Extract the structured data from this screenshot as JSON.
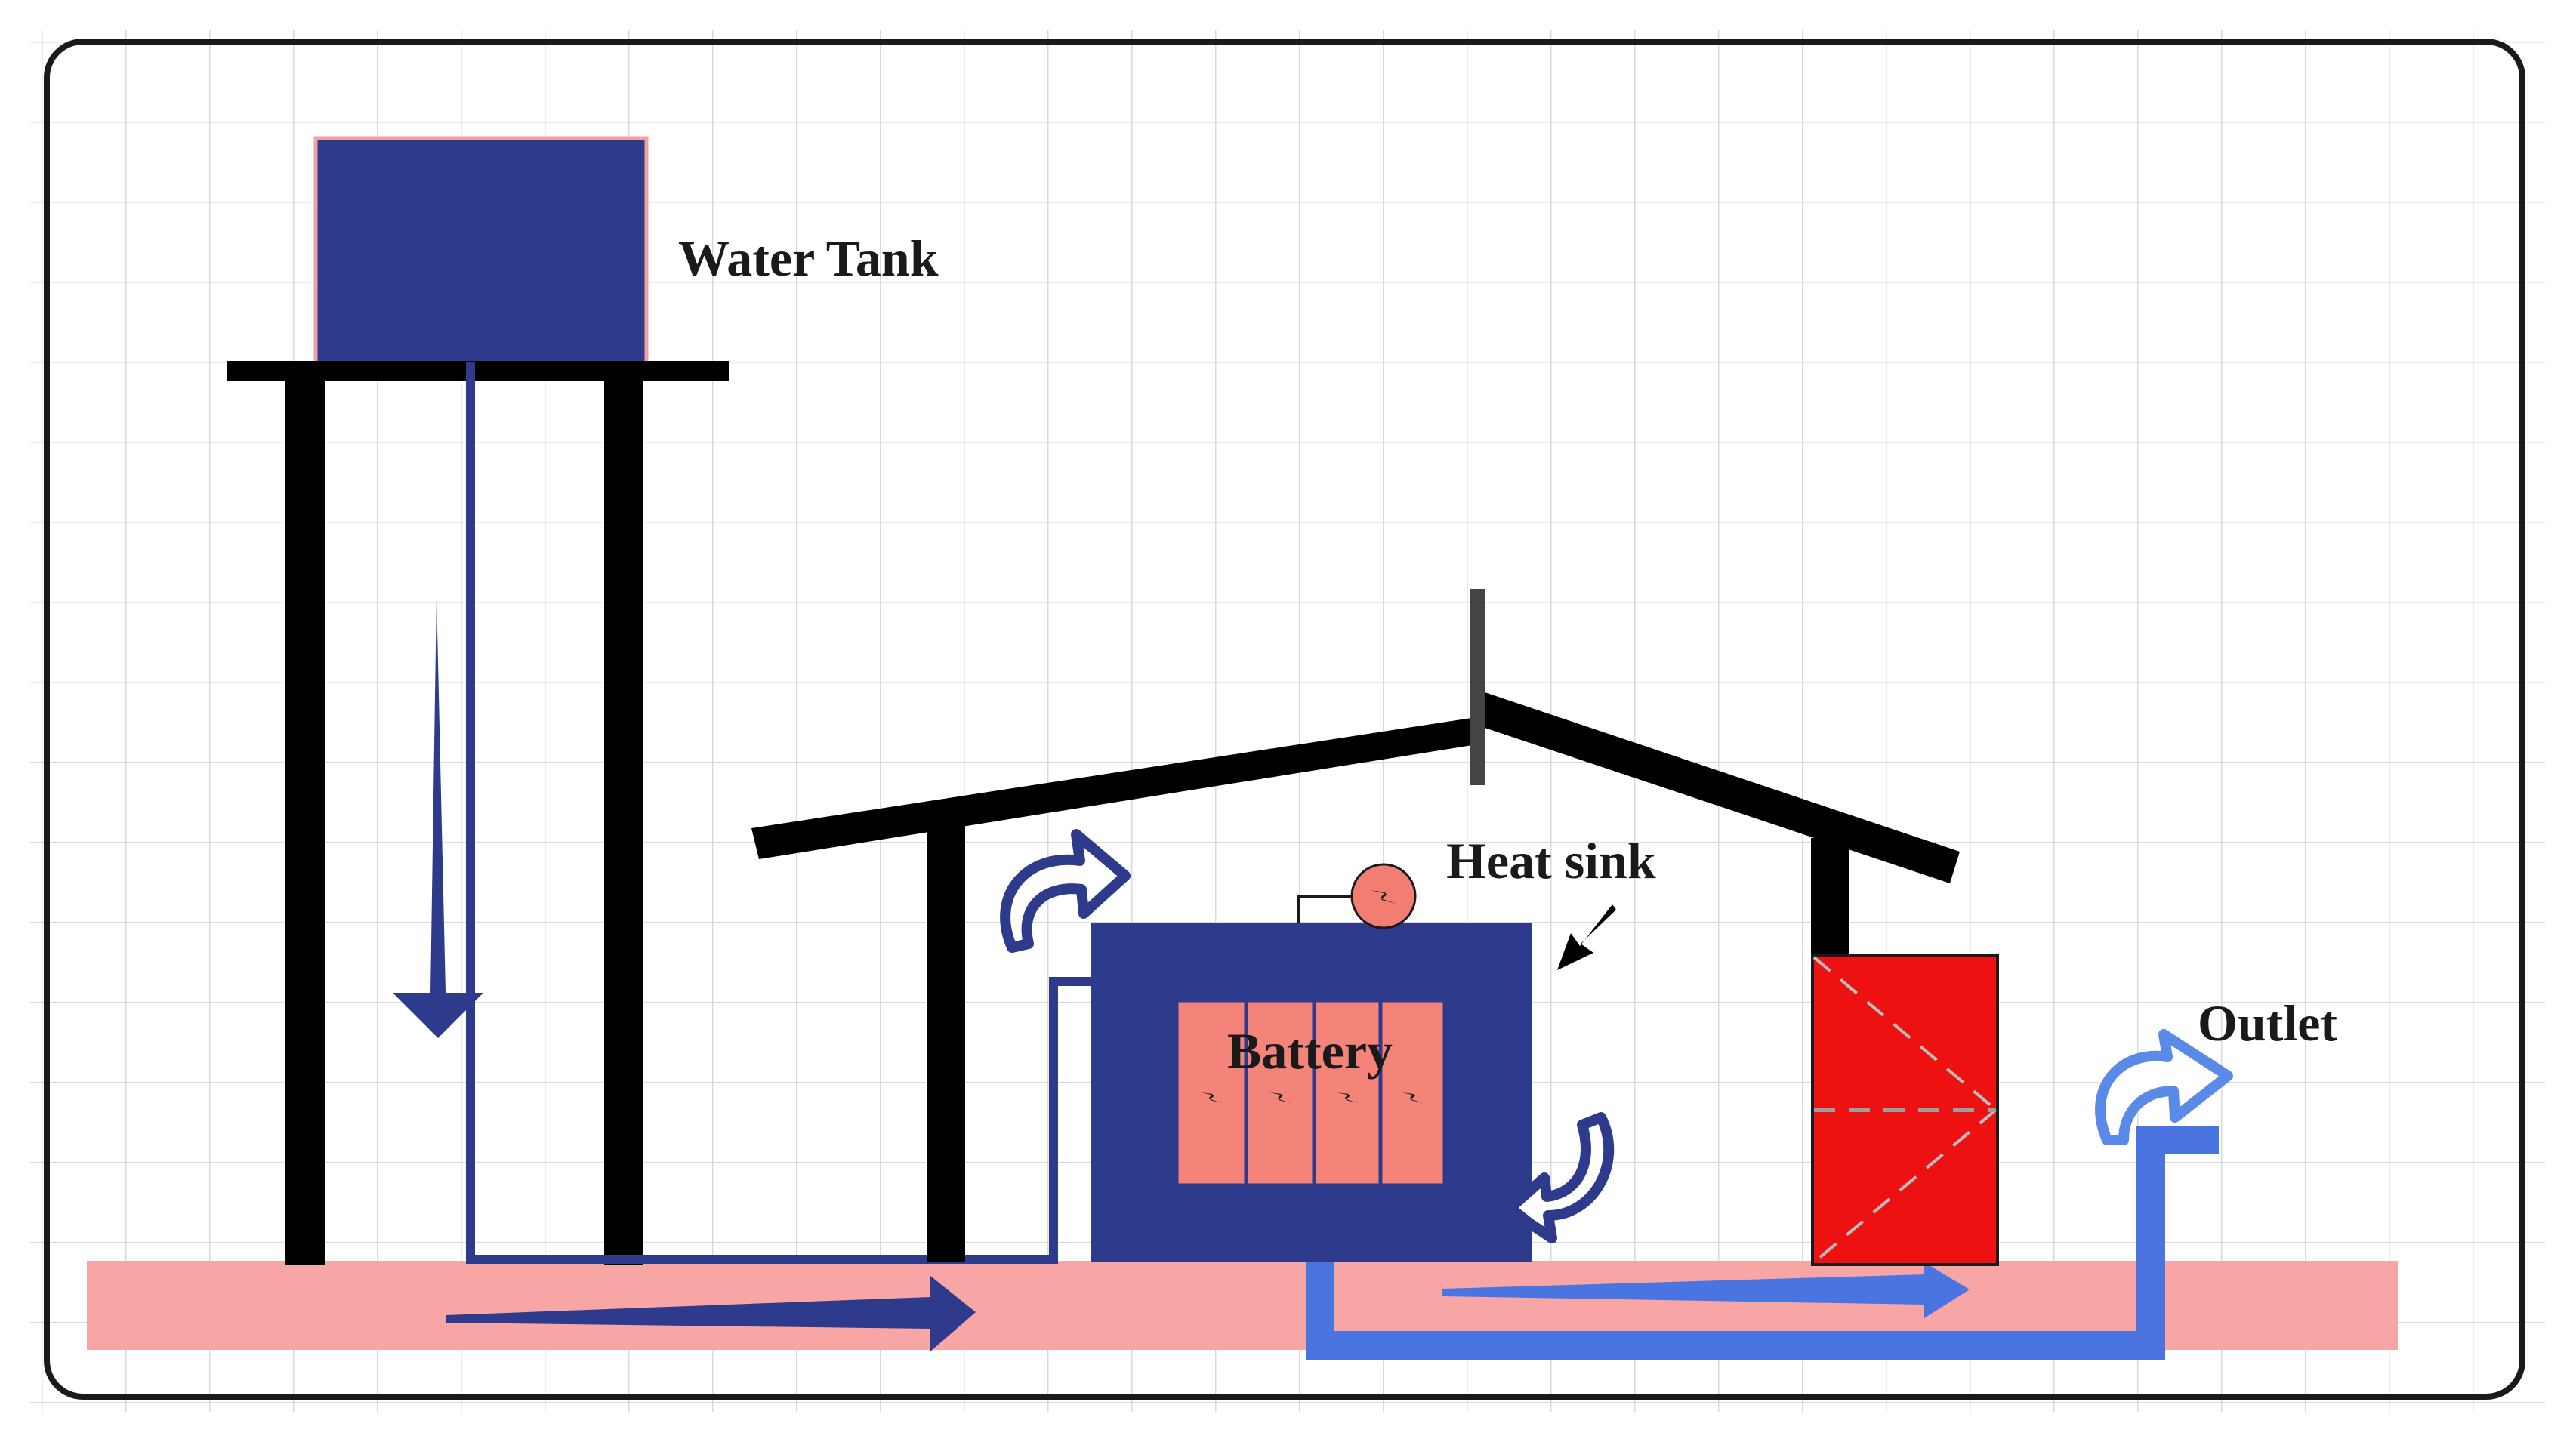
{
  "labels": {
    "water_tank": "Water Tank",
    "heat_sink": "Heat sink",
    "battery": "Battery",
    "outlet": "Outlet"
  },
  "colors": {
    "background": "#ffffff",
    "grid": "#d9d9d9",
    "frame": "#1a1a1a",
    "tank_fill": "#2e3a8c",
    "tank_outline": "#f3a0a0",
    "structure": "#000000",
    "ground": "#f8a5a5",
    "cold_pipe": "#2e3a8c",
    "hot_pipe": "#4a74e0",
    "battery_cell": "#f4837a",
    "heat_exchanger": "#ee1111",
    "heat_sink_dot": "#f27d72",
    "hot_arrow": "#5a8ae8"
  },
  "icons": {
    "battery_cell_symbol": "lightning-bolt-icon",
    "heat_sink_symbol": "lightning-bolt-icon",
    "pointer": "arrow-icon"
  }
}
